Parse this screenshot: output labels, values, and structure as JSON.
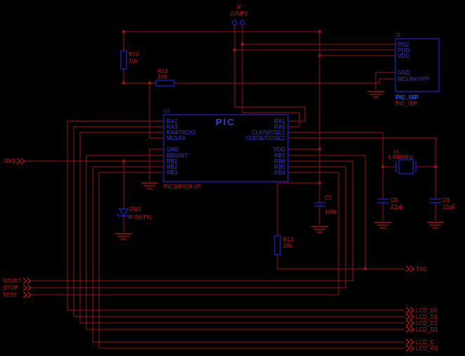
{
  "colors": {
    "background": "#000000",
    "wire": "#9c1212",
    "text_red": "#c81414",
    "component": "#2323cf",
    "text_blue": "#3a3ad8",
    "isp_label": "#1e5aff"
  },
  "schematic": {
    "mcu": {
      "ref": "U1",
      "title": "PIC",
      "part": "PIC16F628-I/P",
      "left_pins": [
        "RA2",
        "RA3",
        "RA4/T0CKI",
        "MCLR#",
        "GND",
        "RB0/INT",
        "RB1",
        "RB2",
        "RB3"
      ],
      "right_pins": [
        "RA1",
        "RA0",
        "CLKIN/OSC1",
        "CLKOUT/OSC2",
        "VDD",
        "RB7",
        "RB6",
        "RB5",
        "RB4"
      ]
    },
    "isp": {
      "ref": "J2",
      "name": "PIC_ISP",
      "value": "PIC_ISP",
      "pins": [
        "PGC",
        "PGD",
        "VDD",
        "GND",
        "MCLR#/VPP"
      ]
    },
    "jumper": {
      "ref": "JP",
      "value": "JUMP2"
    },
    "r12": {
      "ref": "R12",
      "value": "10k"
    },
    "r13": {
      "ref": "R13",
      "value": "10k"
    },
    "r14": {
      "ref": "R14",
      "value": "100"
    },
    "c2": {
      "ref": "C2",
      "value": "100n"
    },
    "c8": {
      "ref": "C8",
      "value": "22pF"
    },
    "c9": {
      "ref": "C9",
      "value": "22pF"
    },
    "x1": {
      "ref": "X1",
      "value": "4.096MHz"
    },
    "dw1": {
      "ref": "DW1",
      "value": "P-RXTTL"
    },
    "ports_left": [
      "RXD",
      "START",
      "STOP",
      "TEST"
    ],
    "ports_right": [
      "TXD",
      "LCD_D0",
      "LCD_D1",
      "LCD_D2",
      "LCD_D3",
      "LCD_E",
      "LCD_RS"
    ]
  }
}
